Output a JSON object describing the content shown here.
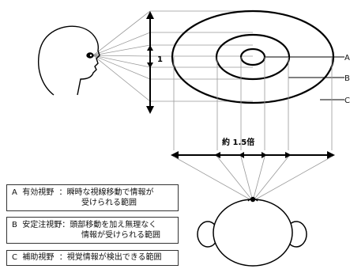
{
  "labels": {
    "vertical_size": "1",
    "horizontal_size": "約 1.5倍",
    "zone_a": "A",
    "zone_b": "B",
    "zone_c": "C"
  },
  "legend": [
    {
      "letter": "A",
      "name": "有効視野",
      "line1": "瞬時な視線移動で情報が",
      "line2": "受けられる範囲"
    },
    {
      "letter": "B",
      "name": "安定注視野",
      "line1": "頭部移動を加え無理なく",
      "line2": "情報が受けられる範囲"
    },
    {
      "letter": "C",
      "name": "補助視野",
      "line1": "視覚情報が検出できる範囲",
      "line2": ""
    }
  ],
  "colors": {
    "line": "#000000",
    "guide": "#999999",
    "box_border": "#333333"
  }
}
